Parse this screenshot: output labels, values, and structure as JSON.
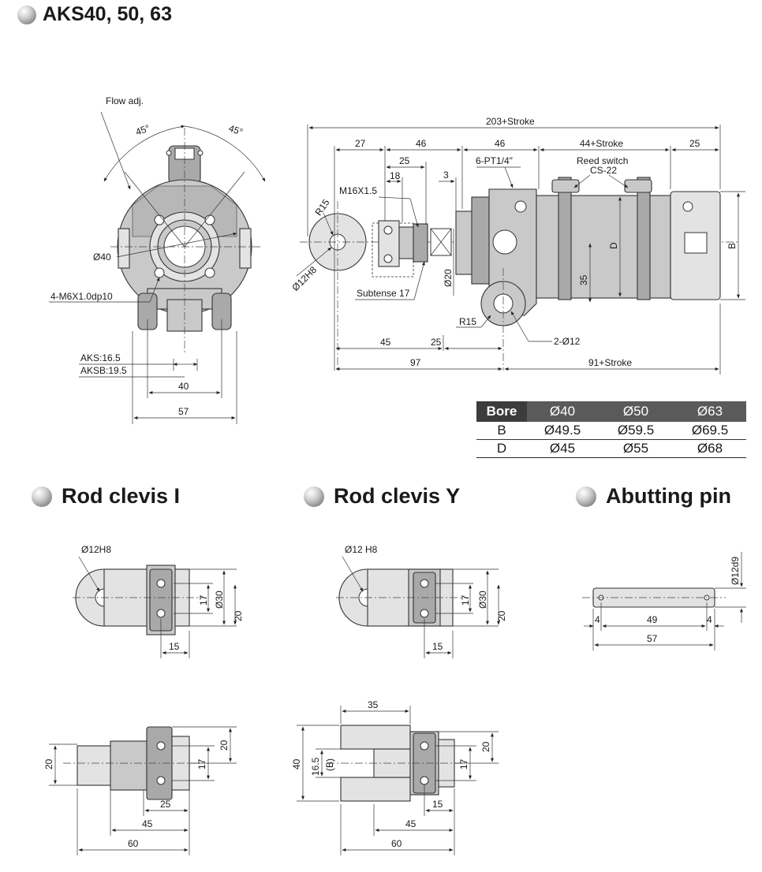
{
  "titles": {
    "main": "AKS40, 50, 63",
    "rod_clevis_i": "Rod clevis I",
    "rod_clevis_y": "Rod clevis Y",
    "abutting_pin": "Abutting pin"
  },
  "front_view": {
    "flow_adj": "Flow adj.",
    "angle_left": "45°",
    "angle_right": "45°",
    "dia40": "Ø40",
    "tap": "4-M6X1.0dp10",
    "aks": "AKS:16.5",
    "aksb": "AKSB:19.5",
    "dim40": "40",
    "dim57": "57"
  },
  "side_view": {
    "total": "203+Stroke",
    "d27": "27",
    "d46a": "46",
    "d46b": "46",
    "d44": "44+Stroke",
    "d25top": "25",
    "d25": "25",
    "d18": "18",
    "d3": "3",
    "port": "6-PT1/4\"",
    "reed1": "Reed switch",
    "reed2": "CS-22",
    "r15top": "R15",
    "m16": "M16X1.5",
    "d12h8": "Ø12H8",
    "subtense": "Subtense 17",
    "d20": "Ø20",
    "d35": "35",
    "dD": "D",
    "dB": "B",
    "r15": "R15",
    "holes": "2-Ø12",
    "d45": "45",
    "d25b": "25",
    "d97": "97",
    "d91": "91+Stroke"
  },
  "spec_table": {
    "headers": [
      "Bore",
      "Ø40",
      "Ø50",
      "Ø63"
    ],
    "rows": [
      [
        "B",
        "Ø49.5",
        "Ø59.5",
        "Ø69.5"
      ],
      [
        "D",
        "Ø45",
        "Ø55",
        "Ø68"
      ]
    ]
  },
  "clevis_i": {
    "hole": "Ø12H8",
    "d17": "17",
    "d30": "Ø30",
    "d20": "20",
    "d15": "15",
    "s20l": "20",
    "s20r": "20",
    "s17": "17",
    "s25": "25",
    "s45": "45",
    "s60": "60"
  },
  "clevis_y": {
    "hole": "Ø12 H8",
    "d17": "17",
    "d30": "Ø30",
    "d20": "20",
    "d15": "15",
    "s35": "35",
    "s40": "40",
    "s165": "16.5",
    "sB": "(B)",
    "s20": "20",
    "s17": "17",
    "s15": "15",
    "s45": "45",
    "s60": "60"
  },
  "pin": {
    "d12d9": "Ø12d9",
    "d4l": "4",
    "d49": "49",
    "d4r": "4",
    "d57": "57"
  }
}
